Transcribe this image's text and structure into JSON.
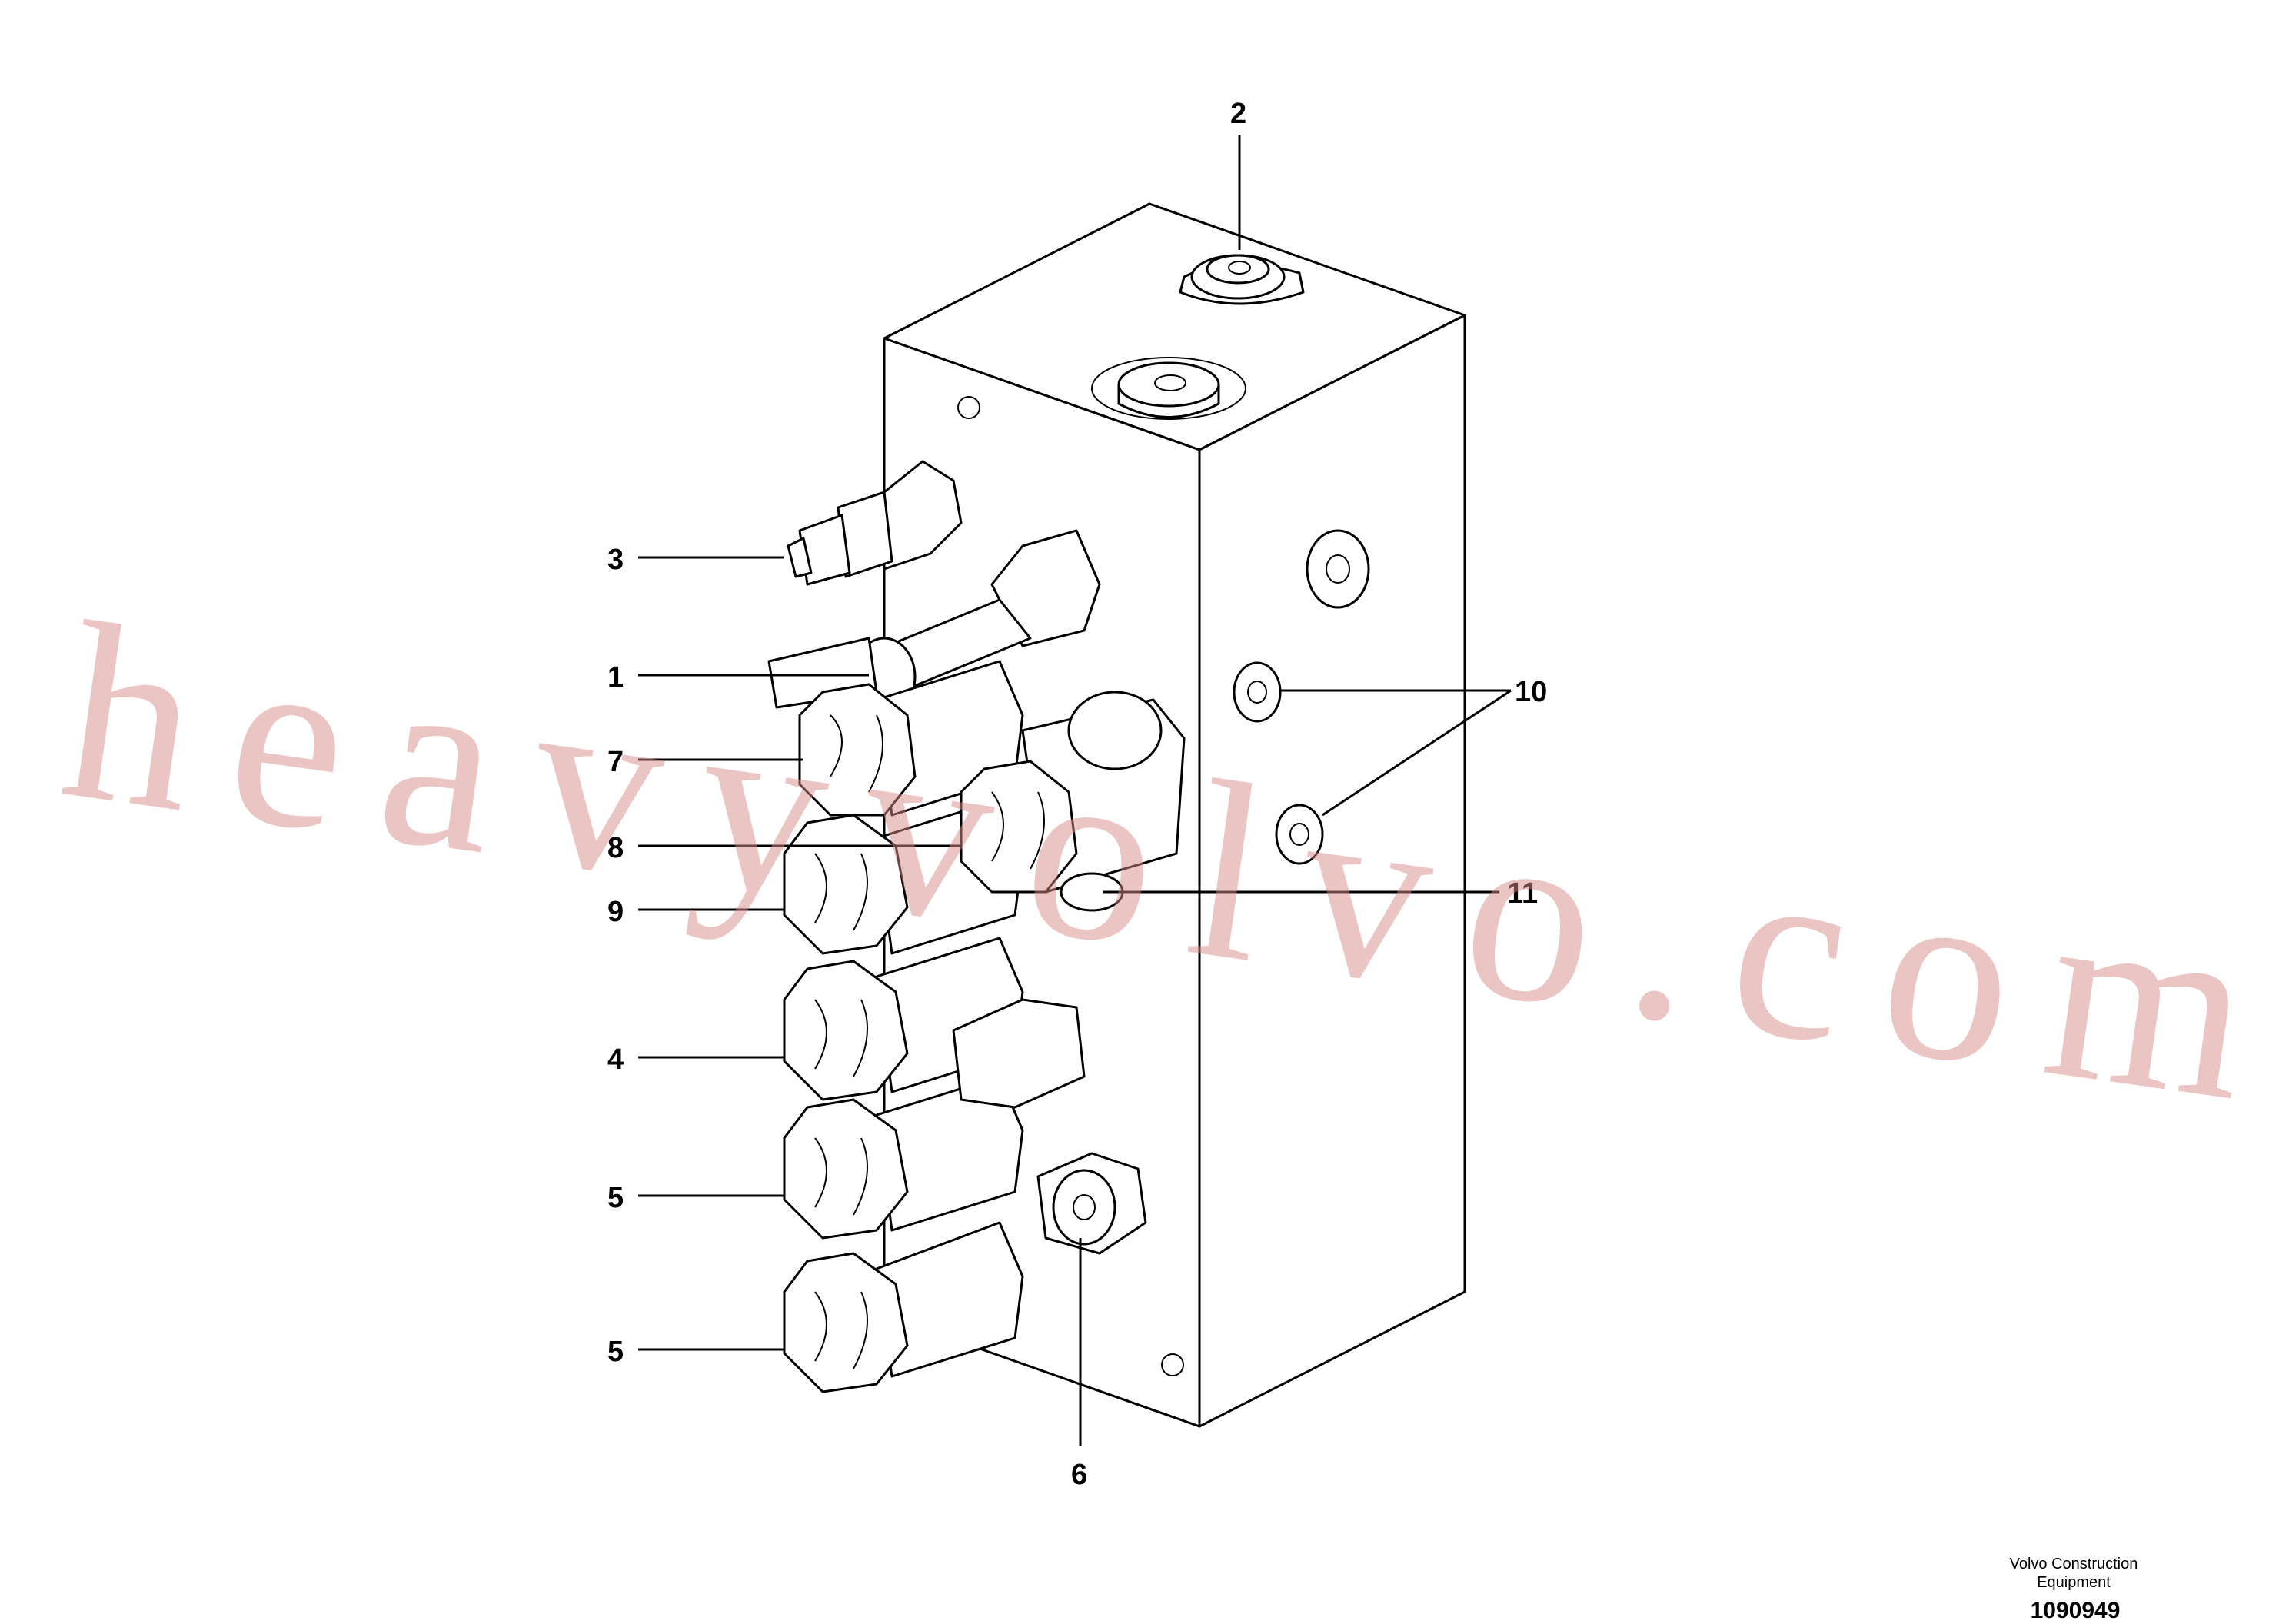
{
  "diagram": {
    "callouts": [
      "1",
      "2",
      "3",
      "4",
      "5",
      "5",
      "6",
      "7",
      "8",
      "9",
      "10",
      "11"
    ]
  },
  "watermark": "heavyvolvo.com",
  "credit": {
    "maker_line1": "Volvo Construction",
    "maker_line2": "Equipment",
    "figure_number": "1090949"
  },
  "colors": {
    "line": "#000000",
    "watermark": "#d98a8a",
    "background": "#ffffff"
  }
}
